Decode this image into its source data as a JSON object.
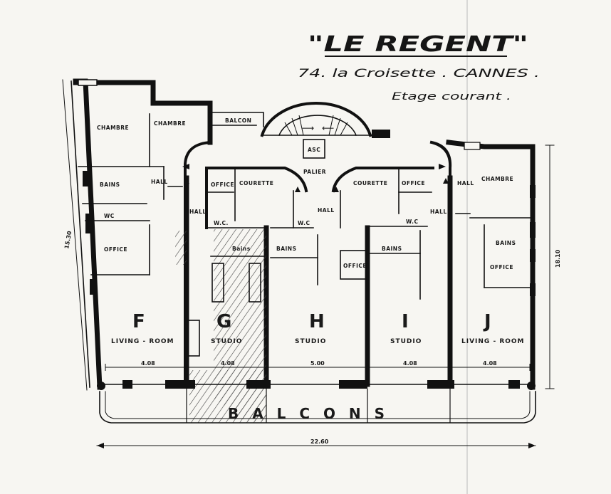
{
  "title": "\"LE REGENT\"",
  "address": "74. la Croisette . CANNES .",
  "floor": "Etage courant .",
  "apartments": [
    {
      "id": "F",
      "type": "LIVING - ROOM",
      "width": "4.08"
    },
    {
      "id": "G",
      "type": "STUDIO",
      "width": "4.08"
    },
    {
      "id": "H",
      "type": "STUDIO",
      "width": "5.00"
    },
    {
      "id": "I",
      "type": "STUDIO",
      "width": "4.08"
    },
    {
      "id": "J",
      "type": "LIVING - ROOM",
      "width": "4.08"
    }
  ],
  "rooms": {
    "chambre_left_1": "CHAMBRE",
    "chambre_left_2": "CHAMBRE",
    "chambre_right": "CHAMBRE",
    "bains_f": "BAINS",
    "bains_g": "Bains",
    "bains_h": "BAINS",
    "bains_i": "BAINS",
    "bains_j": "BAINS",
    "hall_f": "HALL",
    "hall_g": "HALL",
    "hall_h": "HALL",
    "hall_i": "HALL",
    "hall_j": "HALL",
    "wc_f": "WC",
    "wc_g": "W.C.",
    "wc_h": "W.C",
    "wc_i": "W.C",
    "office_f": "OFFICE",
    "office_g": "OFFICE",
    "office_h": "OFFICE",
    "office_i": "OFFICE",
    "office_j": "OFFICE",
    "courette_left": "COURETTE",
    "courette_right": "COURETTE",
    "balcon_top": "BALCON",
    "asc": "ASC",
    "palier": "PALIER"
  },
  "dimensions": {
    "depth_left": "15.30",
    "depth_right": "18.10",
    "total_width": "22.60"
  },
  "balcons": "BALCONS",
  "colors": {
    "ink": "#111111",
    "paper": "#f7f6f2"
  }
}
